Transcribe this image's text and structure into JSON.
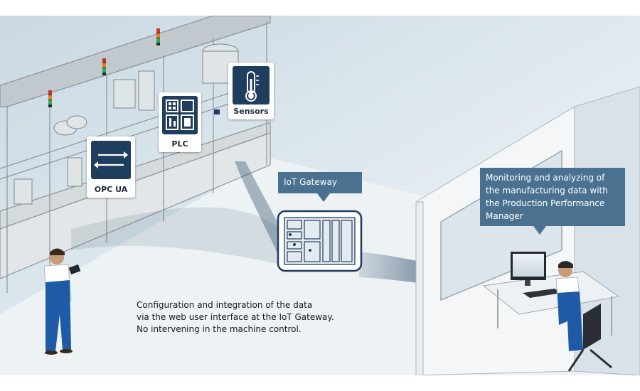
{
  "components": {
    "opcua": {
      "label": "OPC UA"
    },
    "plc": {
      "label": "PLC"
    },
    "sensors": {
      "label": "Sensors"
    }
  },
  "gateway": {
    "label": "IoT Gateway"
  },
  "monitoring": {
    "lines": [
      "Monitoring and analyzing of",
      "the manufacturing data with",
      "the Production Performance",
      "Manager"
    ]
  },
  "configuration": {
    "lines": [
      "Configuration and integration of the data",
      "via the web user interface at the IoT Gateway.",
      "No intervening in the machine control."
    ]
  },
  "colors": {
    "accent": "#1f3e5e",
    "callout": "#4a7290",
    "background": "#e6edf1"
  }
}
